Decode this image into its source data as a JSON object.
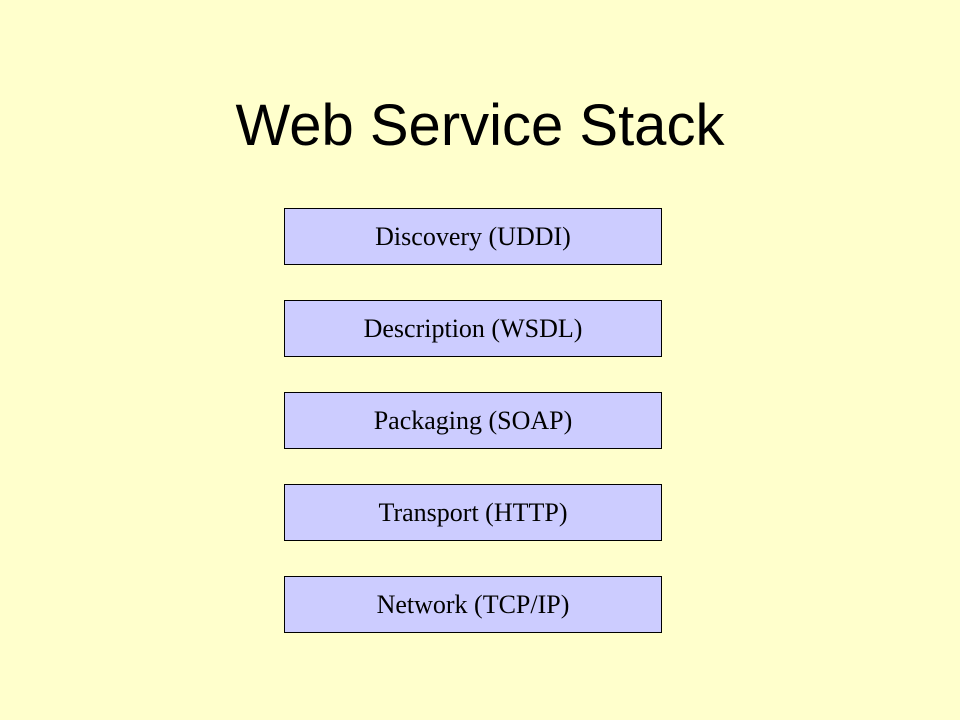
{
  "slide": {
    "title": "Web Service Stack",
    "colors": {
      "background": "#FFFFCC",
      "layer_fill": "#CCCCFF",
      "layer_border": "#000000",
      "text": "#000000"
    },
    "layers": [
      {
        "label": "Discovery (UDDI)"
      },
      {
        "label": "Description (WSDL)"
      },
      {
        "label": "Packaging (SOAP)"
      },
      {
        "label": "Transport (HTTP)"
      },
      {
        "label": "Network (TCP/IP)"
      }
    ]
  }
}
